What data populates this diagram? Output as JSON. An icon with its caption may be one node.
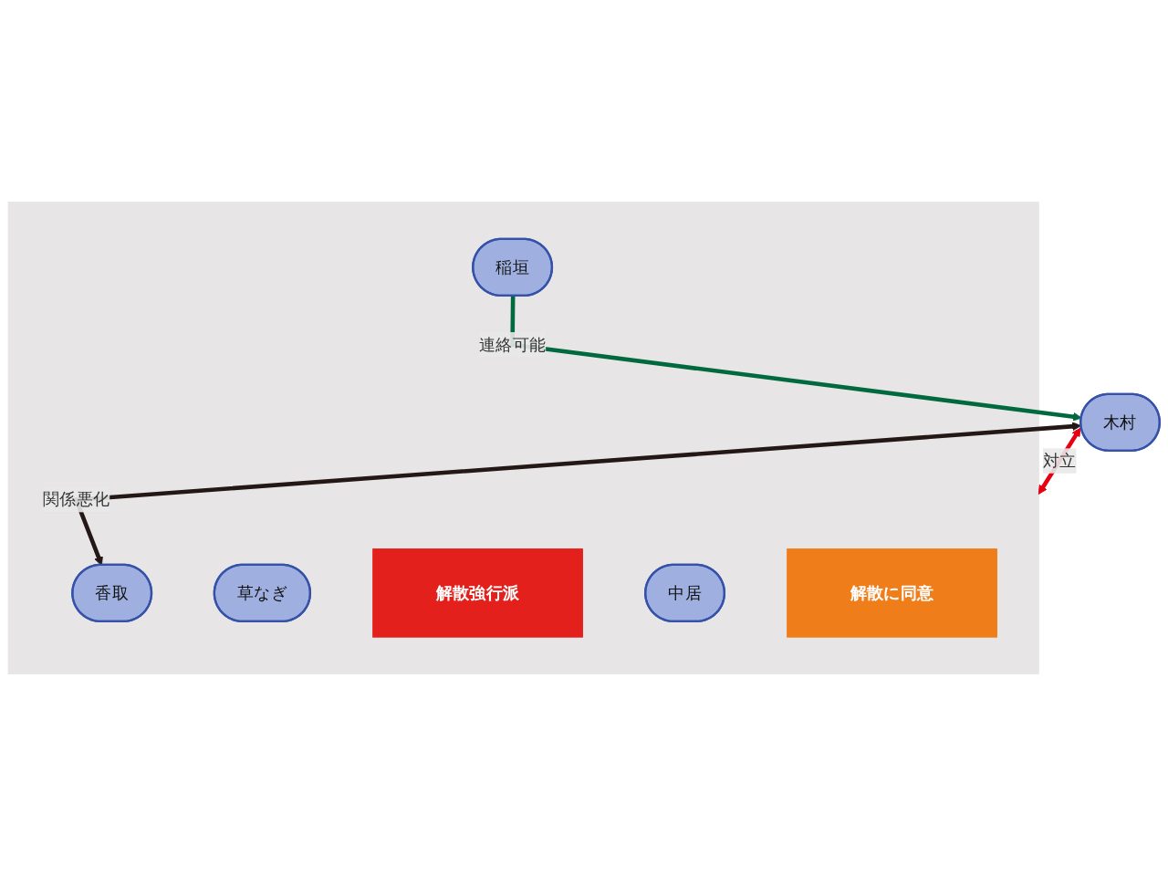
{
  "diagram": {
    "nodes": [
      {
        "text": [
          "木村"
        ]
      },
      {
        "text": [],
        "shape": "box"
      },
      {
        "text": [
          "香取"
        ],
        "in": 1
      },
      {
        "text": [
          "草なぎ"
        ],
        "in": 1
      },
      {
        "text": [
          "解散強行派"
        ],
        "in": 1
      },
      {
        "text": [
          "稲垣"
        ],
        "in": 1
      },
      {
        "text": [
          "中居"
        ],
        "in": 1
      },
      {
        "text": [
          "解散に同意"
        ],
        "in": 1
      }
    ],
    "edges": [
      {
        "from": 0,
        "to": 2,
        "label": "関係悪化",
        "arrow": "both",
        "color": "#231815"
      },
      {
        "from": 0,
        "to": 1,
        "label": "対立",
        "arrow": "both",
        "color": "#e60012"
      },
      {
        "from": 5,
        "to": 0,
        "label": "連絡可能",
        "arrow": "to",
        "color": "#00693e"
      }
    ]
  }
}
